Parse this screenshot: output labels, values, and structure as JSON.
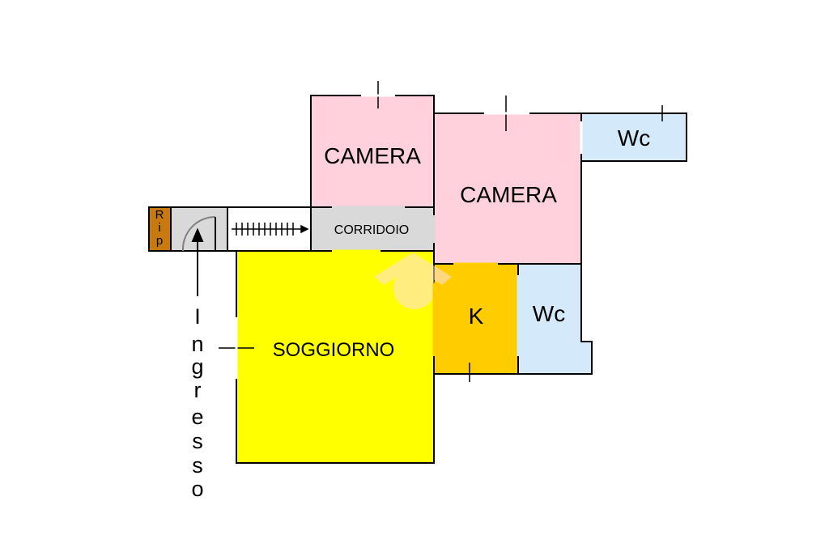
{
  "colors": {
    "camera": "#FFD1DC",
    "wc": "#D4E9FA",
    "soggiorno": "#FFFF00",
    "kitchen": "#FFCC00",
    "corridoio": "#D9D9D9",
    "ripostiglio": "#C77A10",
    "wall": "#000000",
    "watermark": "#FFE0E8"
  },
  "rooms": {
    "camera_1": "CAMERA",
    "camera_2": "CAMERA",
    "wc_1": "Wc",
    "wc_2": "Wc",
    "corridoio": "CORRIDOIO",
    "soggiorno": "SOGGIORNO",
    "kitchen": "K"
  },
  "ripostiglio_letters": [
    "R",
    "i",
    "p"
  ],
  "entrance_letters": [
    "I",
    "n",
    "g",
    "r",
    "e",
    "s",
    "s",
    "o"
  ]
}
